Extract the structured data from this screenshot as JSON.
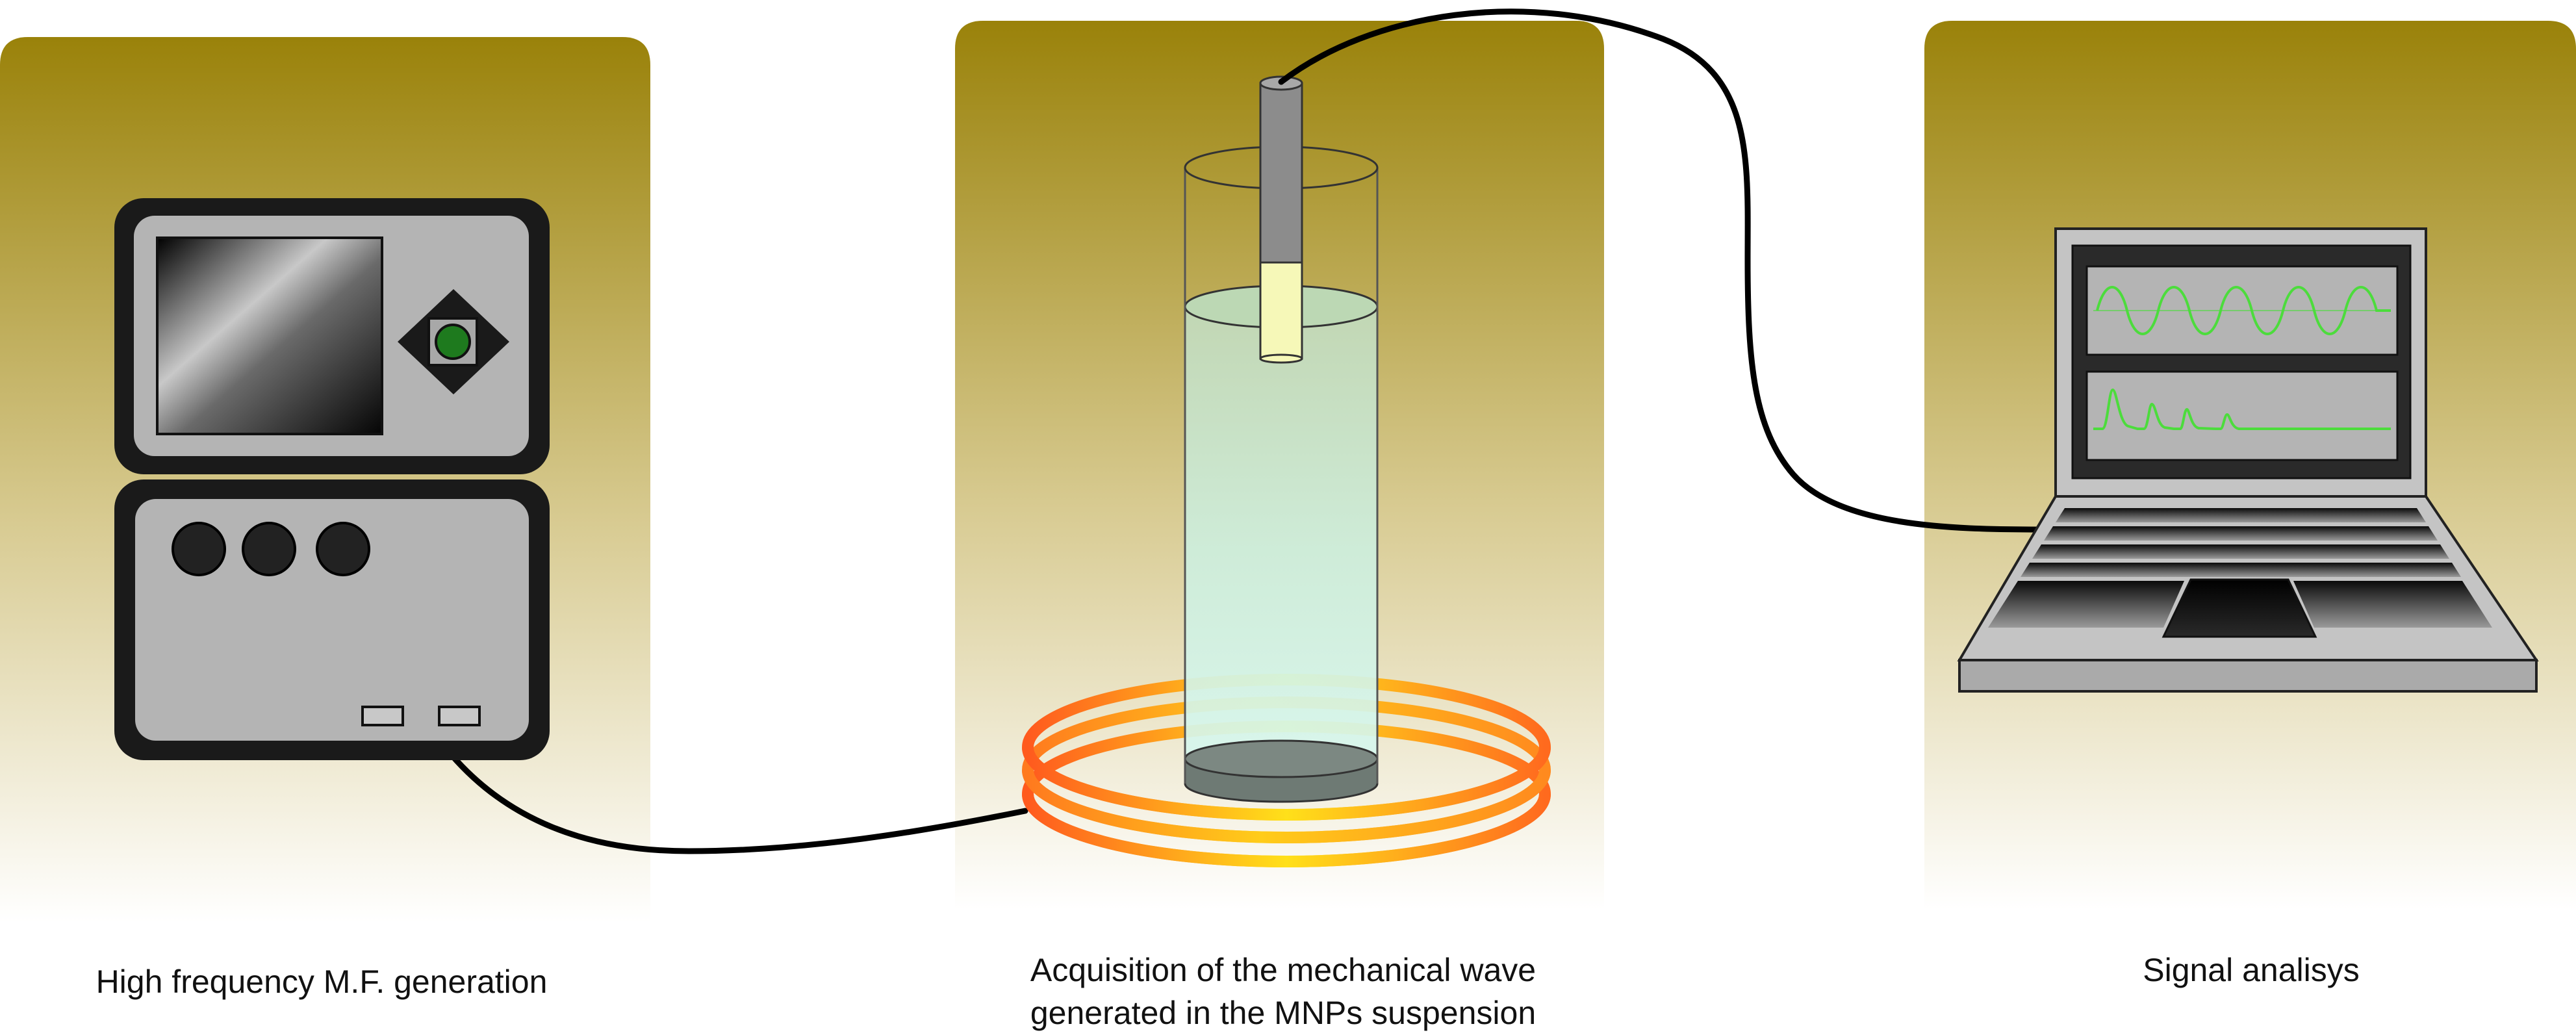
{
  "panels": {
    "generator": {
      "caption": "High frequency M.F. generation"
    },
    "acquisition": {
      "caption_line1": "Acquisition of the mechanical wave",
      "caption_line2": "generated in the MNPs suspension"
    },
    "analysis": {
      "caption": "Signal analisys"
    }
  },
  "colors": {
    "panel_top": "#9a820a",
    "panel_bottom": "#ffffff",
    "device_body": "#b4b4b4",
    "device_frame": "#1a1a1a",
    "led_green": "#1e7a1e",
    "signal_green": "#4cdc3c",
    "liquid_top": "#c6dcc0",
    "liquid_bottom": "#d6f6ee",
    "probe_gray": "#8c8c8c",
    "probe_tip": "#f6f8b8",
    "coil_orange": "#ff6a1e",
    "coil_yellow": "#ffd81a"
  },
  "icons": [
    "signal-generator-icon",
    "test-tube-icon",
    "probe-icon",
    "induction-coil-icon",
    "laptop-icon",
    "cable-icon"
  ]
}
